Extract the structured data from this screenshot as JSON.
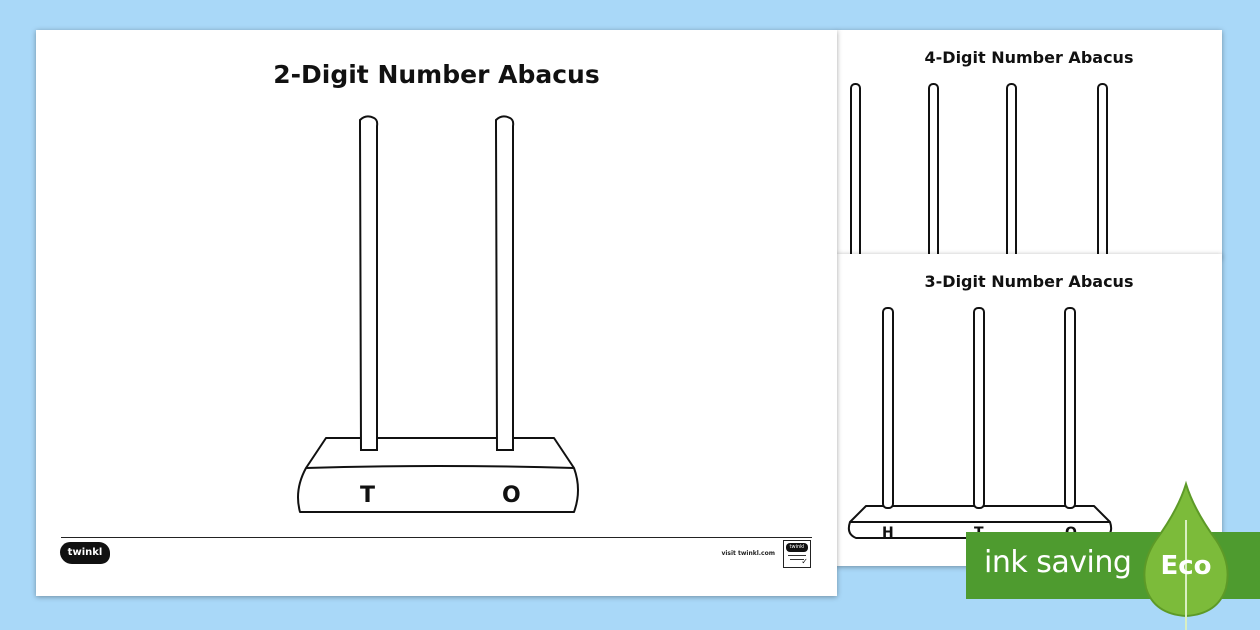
{
  "sheets": {
    "main": {
      "title": "2-Digit Number Abacus",
      "place_labels": [
        "T",
        "O"
      ],
      "logo_text": "twinkl",
      "visit_text": "visit twinkl.com",
      "badge_text": "twinkl"
    },
    "four_digit": {
      "title": "4-Digit Number Abacus"
    },
    "three_digit": {
      "title": "3-Digit Number Abacus",
      "place_labels": [
        "H",
        "T",
        "O"
      ]
    }
  },
  "banner": {
    "text": "ink saving",
    "badge": "Eco"
  },
  "colors": {
    "background": "#a9d8f8",
    "banner_green": "#4e9b2f",
    "leaf_green": "#7cbb3a"
  },
  "icons": {
    "logo": "twinkl-logo-icon",
    "quality": "quality-standard-badge-icon",
    "leaf": "eco-leaf-icon"
  }
}
